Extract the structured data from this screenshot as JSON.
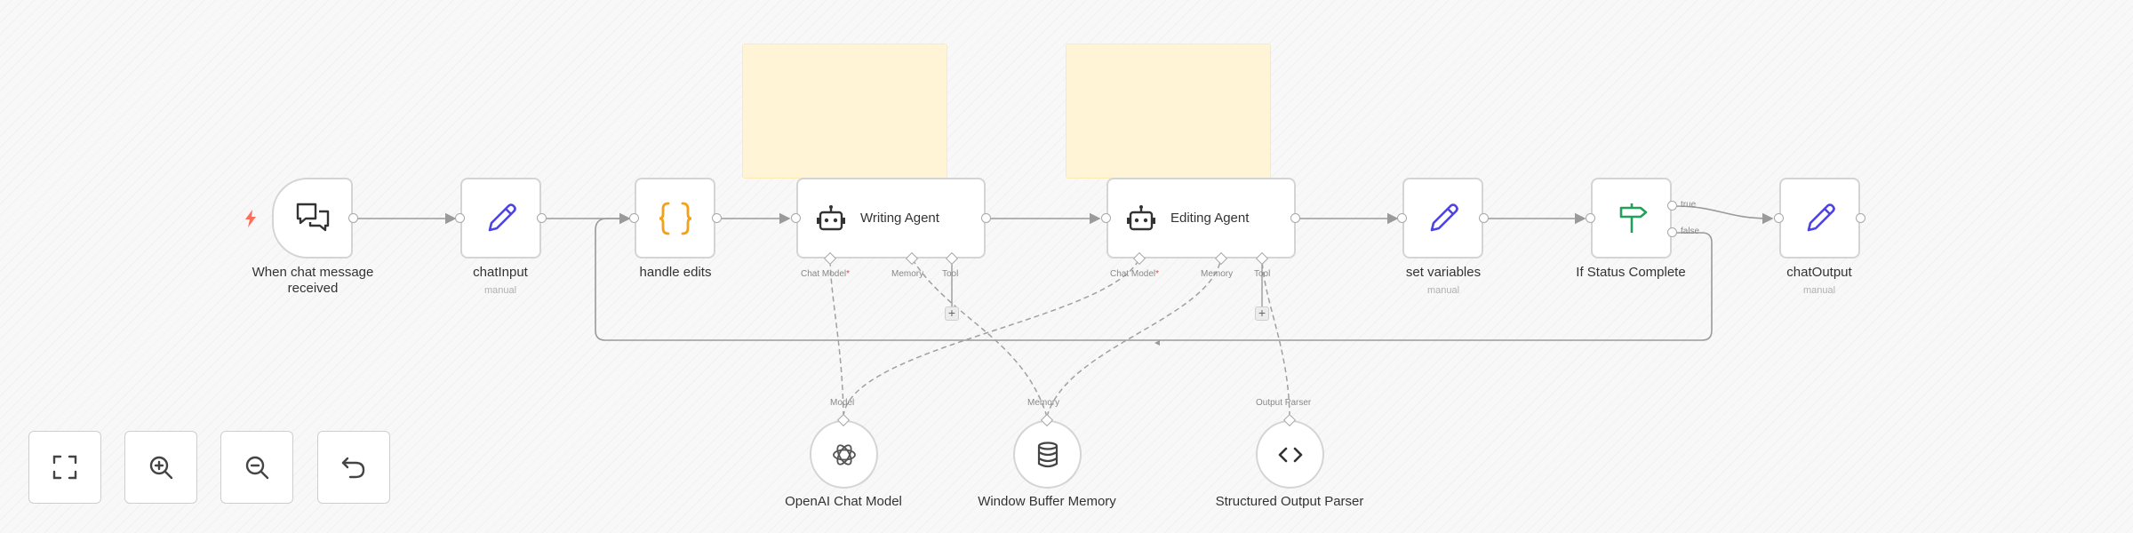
{
  "nodes": {
    "trigger": {
      "label": "When chat message received"
    },
    "chat_input": {
      "label": "chatInput",
      "sublabel": "manual"
    },
    "handle_edits": {
      "label": "handle edits"
    },
    "writing_agent": {
      "title": "Writing Agent",
      "ports": {
        "chat_model": "Chat Model",
        "memory": "Memory",
        "tool": "Tool",
        "required_mark": "*"
      }
    },
    "editing_agent": {
      "title": "Editing Agent",
      "ports": {
        "chat_model": "Chat Model",
        "memory": "Memory",
        "tool": "Tool",
        "required_mark": "*"
      }
    },
    "set_variables": {
      "label": "set variables",
      "sublabel": "manual"
    },
    "if_status": {
      "label": "If Status Complete",
      "outputs": {
        "true": "true",
        "false": "false"
      }
    },
    "chat_output": {
      "label": "chatOutput",
      "sublabel": "manual"
    },
    "openai_model": {
      "label": "OpenAI Chat Model",
      "port_label": "Model"
    },
    "window_memory": {
      "label": "Window Buffer Memory",
      "port_label": "Memory"
    },
    "output_parser": {
      "label": "Structured Output Parser",
      "port_label": "Output Parser"
    }
  },
  "add_button_symbol": "+",
  "controls": [
    {
      "name": "fit-view-button",
      "icon": "fullscreen-icon"
    },
    {
      "name": "zoom-in-button",
      "icon": "zoom-in-icon"
    },
    {
      "name": "zoom-out-button",
      "icon": "zoom-out-icon"
    },
    {
      "name": "reset-zoom-button",
      "icon": "undo-icon"
    }
  ],
  "colors": {
    "edge": "#9a9a9a",
    "trigger_bolt": "#ff6d5a",
    "pencil": "#4e44e0",
    "braces": "#f3a01b",
    "signpost": "#22a05a",
    "sticky": "#fff5d6"
  }
}
